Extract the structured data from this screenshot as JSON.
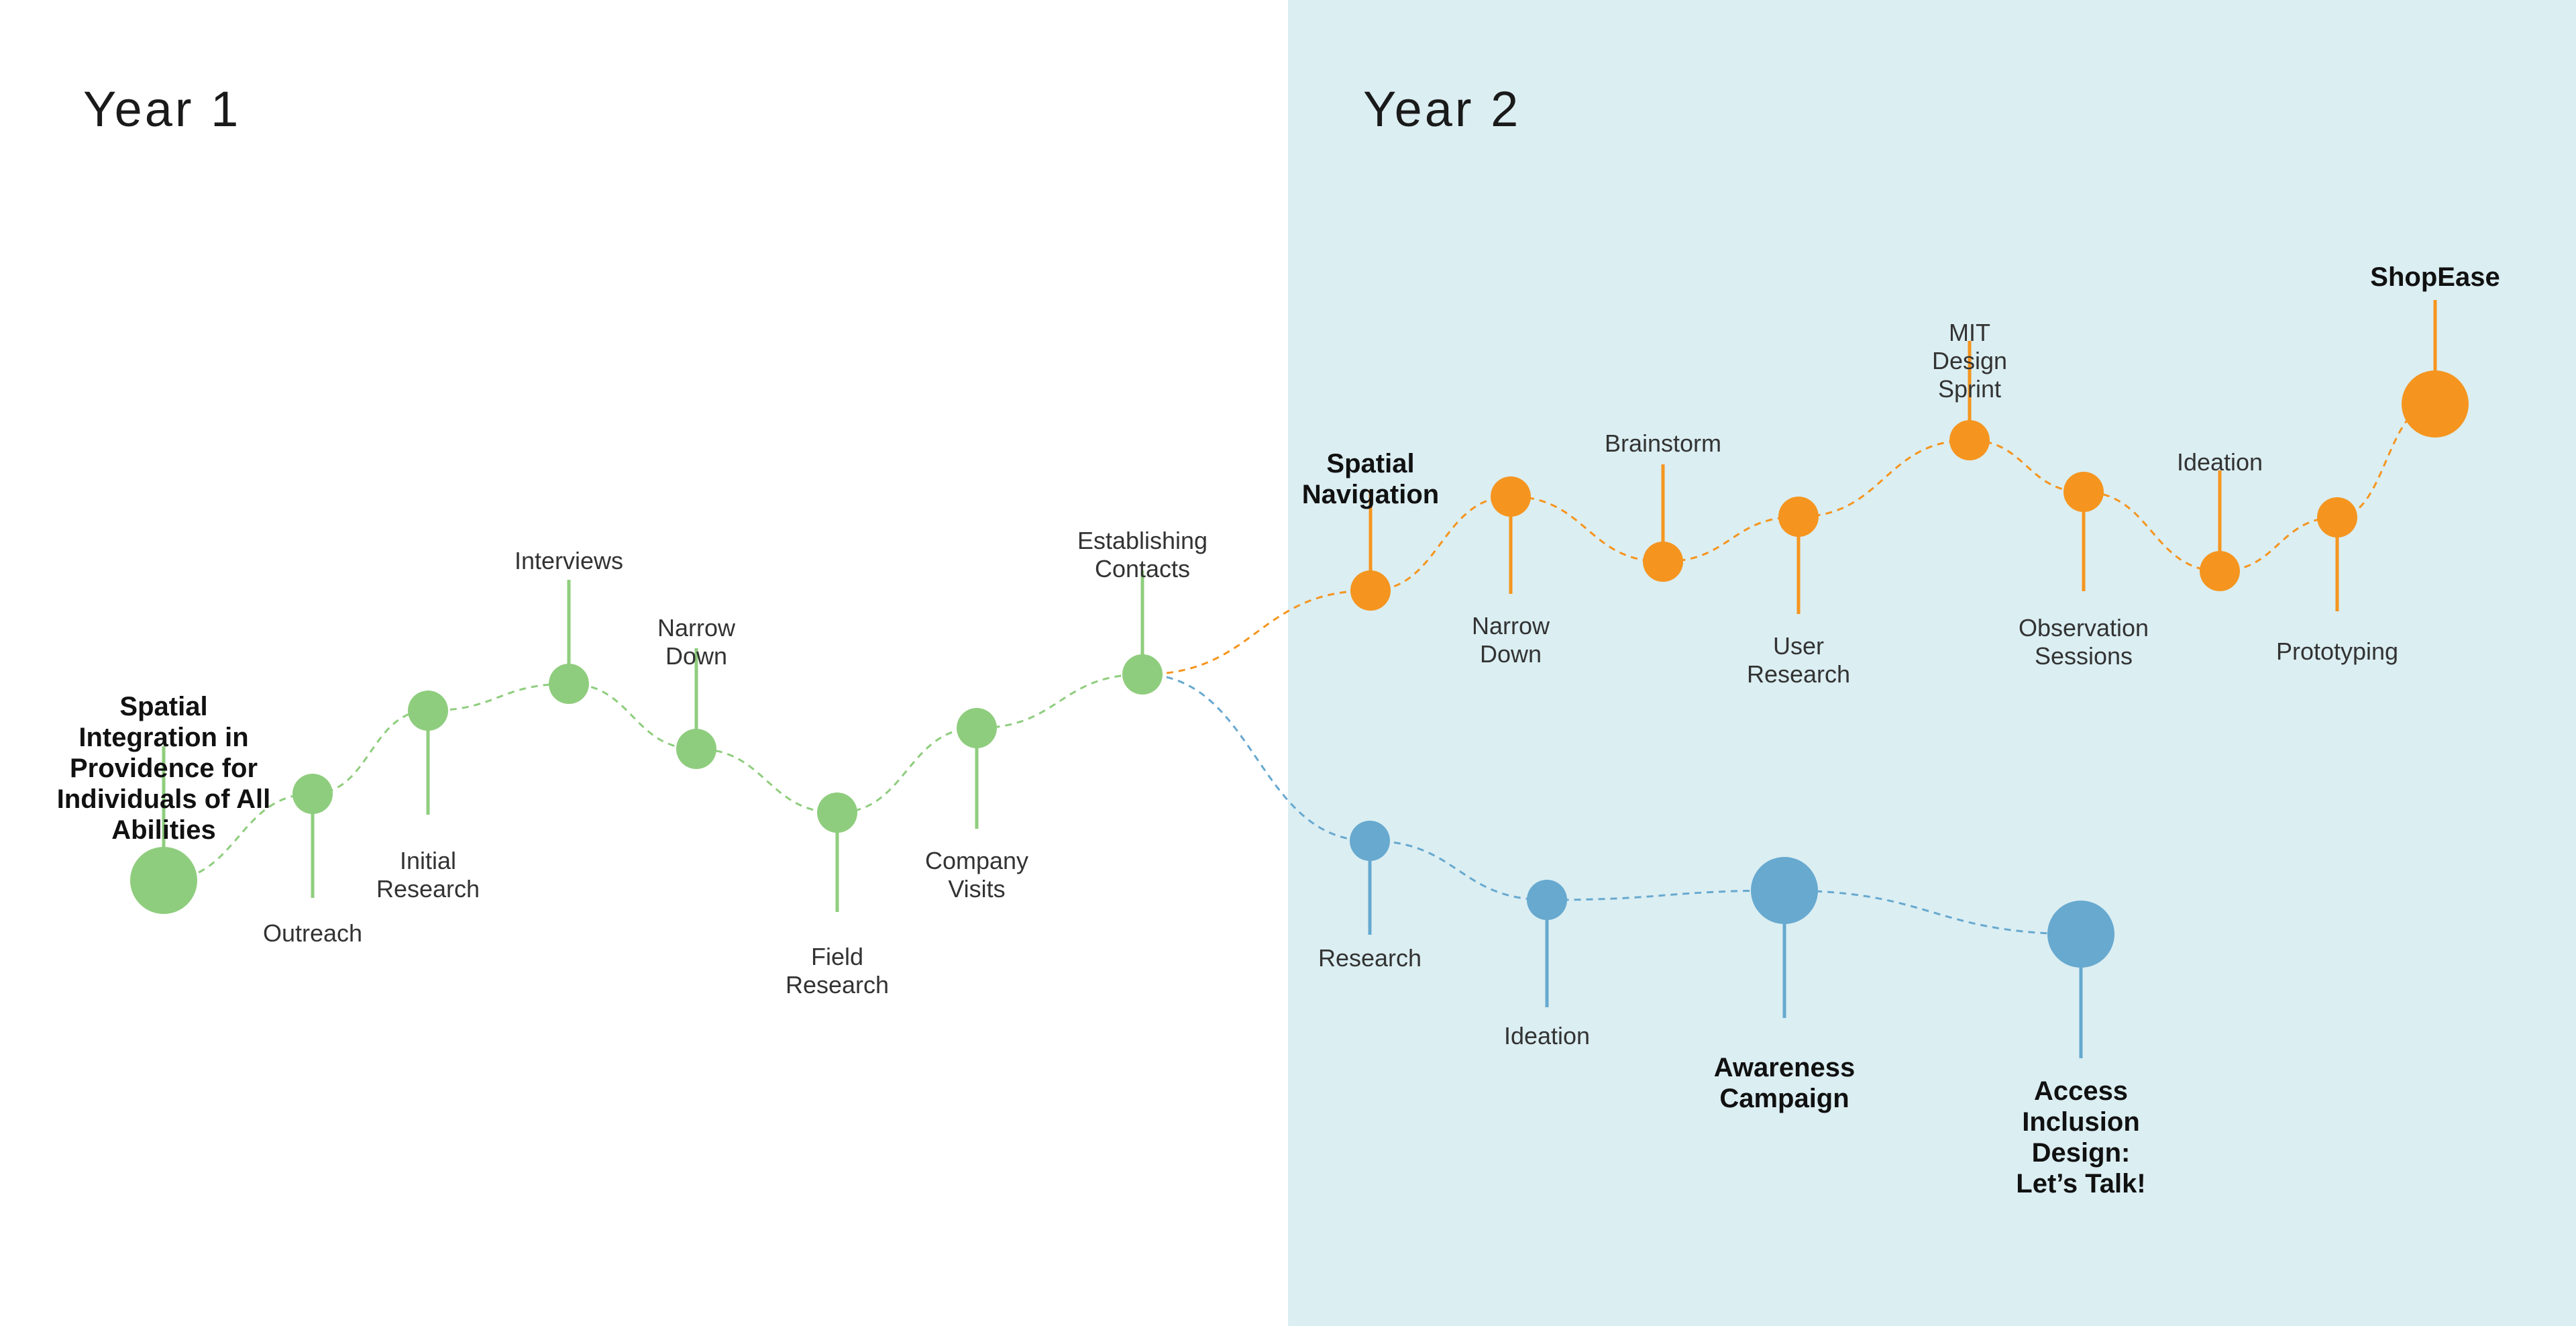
{
  "years": [
    {
      "id": "year-1",
      "label": "Year 1"
    },
    {
      "id": "year-2",
      "label": "Year 2"
    }
  ],
  "colors": {
    "year2_background": "#dbeef2",
    "green": "#8fcd7e",
    "orange": "#f5951f",
    "blue": "#67a9cf"
  },
  "tracks": [
    {
      "id": "year1-track",
      "color": "green",
      "milestones": [
        {
          "id": "spatial-integration",
          "label": "Spatial\nIntegration in\nProvidence for\nIndividuals of All\nAbilities",
          "major": true
        },
        {
          "id": "outreach",
          "label": "Outreach"
        },
        {
          "id": "initial-research",
          "label": "Initial\nResearch"
        },
        {
          "id": "interviews",
          "label": "Interviews"
        },
        {
          "id": "narrow-down-1",
          "label": "Narrow\nDown"
        },
        {
          "id": "field-research",
          "label": "Field\nResearch"
        },
        {
          "id": "company-visits",
          "label": "Company\nVisits"
        },
        {
          "id": "establishing-contacts",
          "label": "Establishing\nContacts"
        }
      ]
    },
    {
      "id": "orange-track",
      "color": "orange",
      "milestones": [
        {
          "id": "spatial-navigation",
          "label": "Spatial\nNavigation",
          "major": true
        },
        {
          "id": "narrow-down-2",
          "label": "Narrow\nDown"
        },
        {
          "id": "brainstorm",
          "label": "Brainstorm"
        },
        {
          "id": "user-research",
          "label": "User\nResearch"
        },
        {
          "id": "mit-design-sprint",
          "label": "MIT\nDesign\nSprint"
        },
        {
          "id": "observation-sessions",
          "label": "Observation\nSessions"
        },
        {
          "id": "ideation-1",
          "label": "Ideation"
        },
        {
          "id": "prototyping",
          "label": "Prototyping"
        },
        {
          "id": "shopease",
          "label": "ShopEase",
          "major": true
        }
      ]
    },
    {
      "id": "blue-track",
      "color": "blue",
      "milestones": [
        {
          "id": "research",
          "label": "Research"
        },
        {
          "id": "ideation-2",
          "label": "Ideation"
        },
        {
          "id": "awareness-campaign",
          "label": "Awareness\nCampaign",
          "major": true
        },
        {
          "id": "access-inclusion-design",
          "label": "Access\nInclusion\nDesign:\nLet’s Talk!",
          "major": true
        }
      ]
    }
  ]
}
